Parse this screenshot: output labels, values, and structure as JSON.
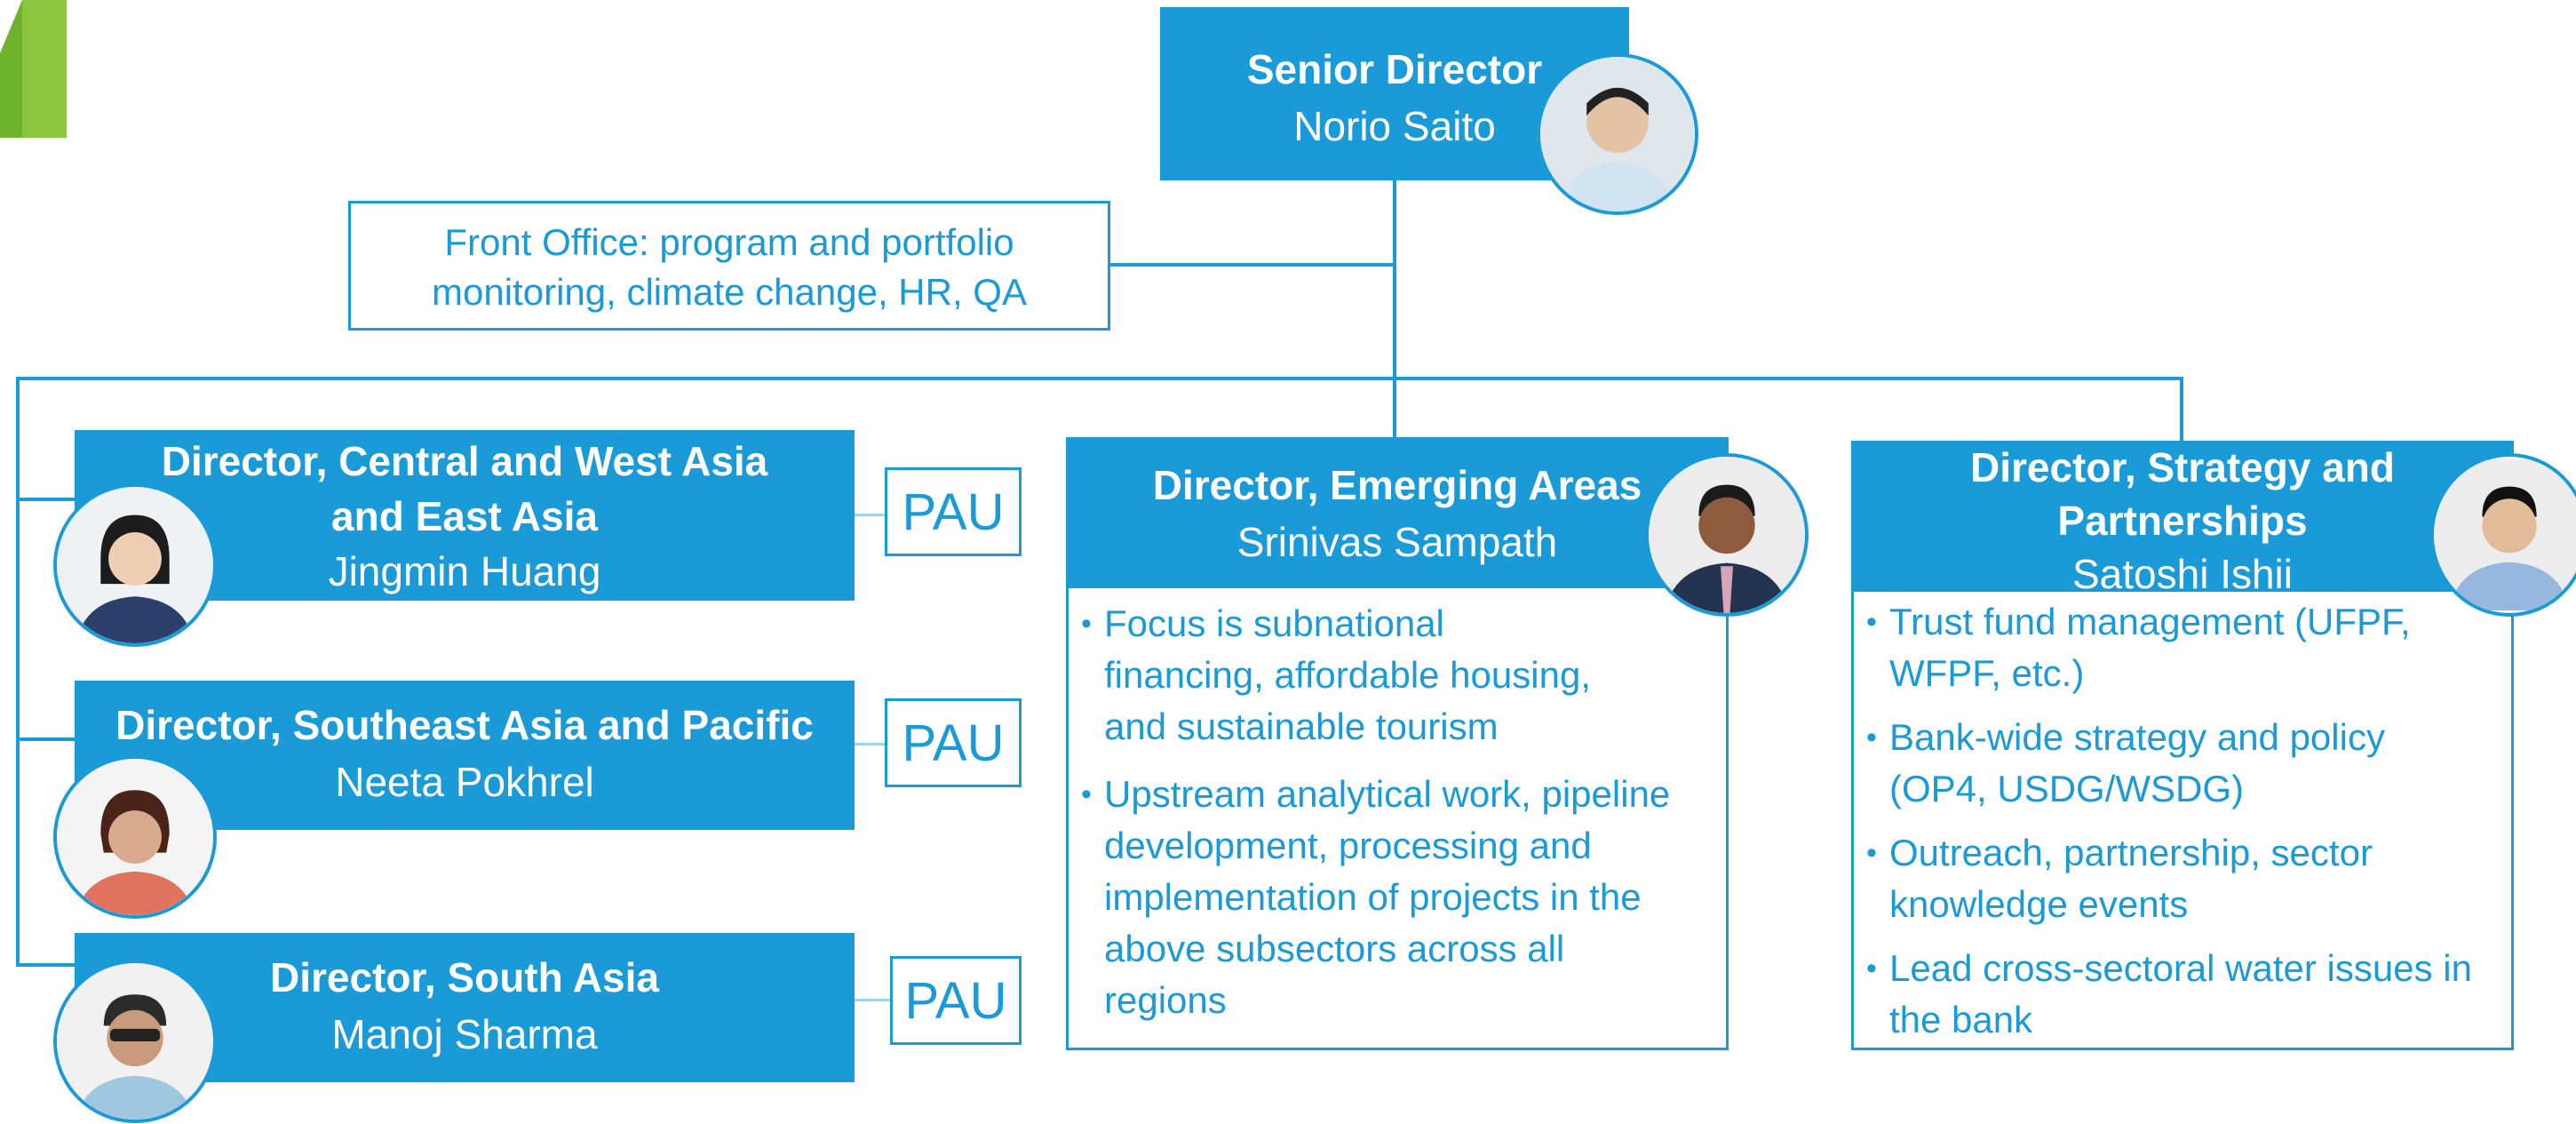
{
  "senior_director": {
    "title": "Senior Director",
    "name": "Norio Saito"
  },
  "front_office": {
    "line1": "Front Office: program and portfolio",
    "line2": "monitoring, climate change, HR, QA"
  },
  "directors_left": [
    {
      "title_line1": "Director, Central and West Asia",
      "title_line2": "and East Asia",
      "name": "Jingmin Huang",
      "unit": "PAU"
    },
    {
      "title_line1": "Director, Southeast Asia and Pacific",
      "name": "Neeta Pokhrel",
      "unit": "PAU"
    },
    {
      "title_line1": "Director, South Asia",
      "name": "Manoj Sharma",
      "unit": "PAU"
    }
  ],
  "emerging": {
    "title": "Director, Emerging Areas",
    "name": "Srinivas Sampath",
    "bullets": [
      [
        "Focus is subnational",
        "financing, affordable housing,",
        "and sustainable tourism"
      ],
      [
        "Upstream analytical work, pipeline",
        "development, processing and",
        "implementation of projects in the",
        "above subsectors across all",
        "regions"
      ]
    ]
  },
  "strategy": {
    "title_line1": "Director, Strategy and",
    "title_line2": "Partnerships",
    "name": "Satoshi Ishii",
    "bullets": [
      [
        "Trust fund management (UFPF,",
        "WFPF, etc.)"
      ],
      [
        "Bank-wide strategy and policy",
        "(OP4, USDG/WSDG)"
      ],
      [
        "Outreach, partnership, sector",
        "knowledge events"
      ],
      [
        "Lead cross-sectoral water issues in",
        "the bank"
      ]
    ]
  },
  "colors": {
    "primary": "#1a9ad6",
    "accent_green": "#8cc63f",
    "text_on_primary": "#ffffff"
  },
  "icons": [
    "corner-arrow-icon",
    "person-photo"
  ]
}
